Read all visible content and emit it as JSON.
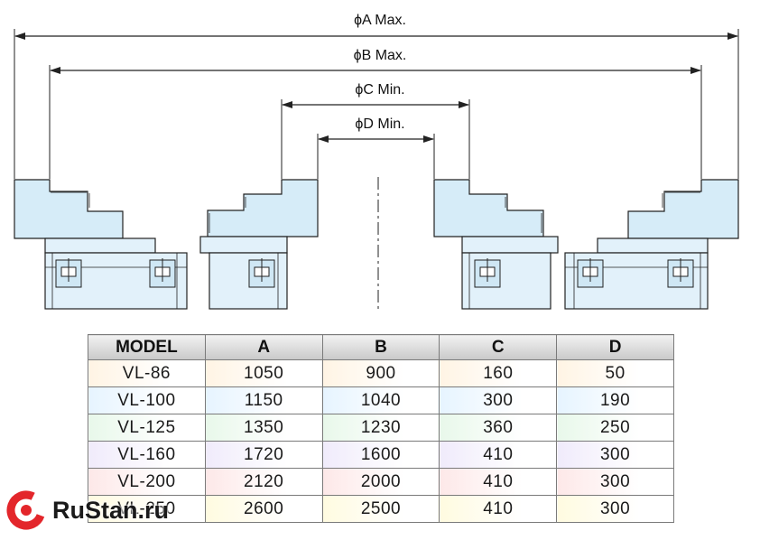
{
  "dimensions": {
    "a": "ϕA Max.",
    "b": "ϕB Max.",
    "c": "ϕC Min.",
    "d": "ϕD Min."
  },
  "colors": {
    "jaw_fill": "#d6ecf8",
    "body_fill": "#e2f1fa",
    "line": "#222222",
    "brand_red": "#e3262b"
  },
  "table": {
    "headers": [
      "MODEL",
      "A",
      "B",
      "C",
      "D"
    ],
    "rows": [
      [
        "VL-86",
        "1050",
        "900",
        "160",
        "50"
      ],
      [
        "VL-100",
        "1150",
        "1040",
        "300",
        "190"
      ],
      [
        "VL-125",
        "1350",
        "1230",
        "360",
        "250"
      ],
      [
        "VL-160",
        "1720",
        "1600",
        "410",
        "300"
      ],
      [
        "VL-200",
        "2120",
        "2000",
        "410",
        "300"
      ],
      [
        "VL-250",
        "2600",
        "2500",
        "410",
        "300"
      ]
    ]
  },
  "watermark": {
    "text": "RuStan.ru",
    "icon": "rustan-logo-icon"
  }
}
